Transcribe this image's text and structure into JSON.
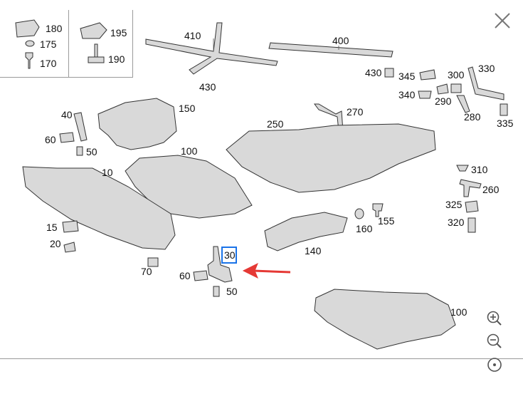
{
  "controls": {
    "close_icon": "close-icon",
    "zoom_in_icon": "zoom-in-icon",
    "zoom_out_icon": "zoom-out-icon",
    "reset_icon": "target-icon"
  },
  "legend": {
    "left": [
      "180",
      "175",
      "170"
    ],
    "right": [
      "195",
      "190"
    ]
  },
  "parts": {
    "p410": "410",
    "p430a": "430",
    "p400": "400",
    "p430b": "430",
    "p345": "345",
    "p300": "300",
    "p330": "330",
    "p340": "340",
    "p290": "290",
    "p280": "280",
    "p335": "335",
    "p40": "40",
    "p60a": "60",
    "p50a": "50",
    "p150": "150",
    "p270": "270",
    "p250": "250",
    "p100a": "100",
    "p10": "10",
    "p310": "310",
    "p260": "260",
    "p325": "325",
    "p320": "320",
    "p15": "15",
    "p20": "20",
    "p70": "70",
    "p30": "30",
    "p60b": "60",
    "p50b": "50",
    "p160": "160",
    "p155": "155",
    "p140": "140",
    "p100b": "100"
  },
  "highlight": {
    "part": "30",
    "color": "#1a73e8",
    "arrow_color": "#e53935"
  }
}
